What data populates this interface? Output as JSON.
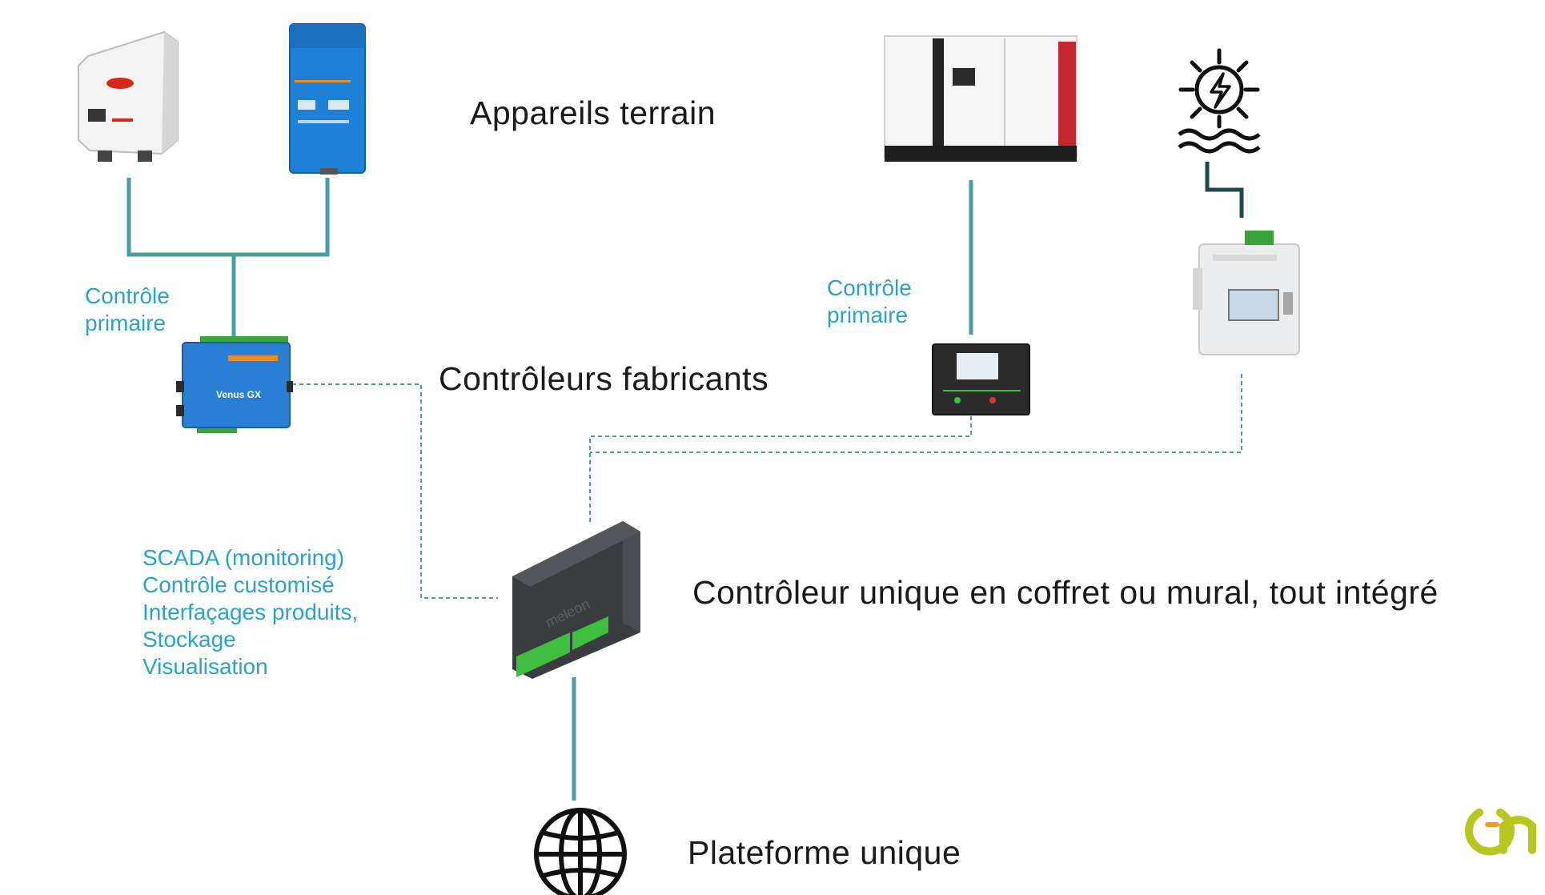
{
  "labels": {
    "field_devices": "Appareils terrain",
    "manufacturer_controllers": "Contrôleurs fabricants",
    "single_controller": "Contrôleur unique en coffret ou mural, tout intégré",
    "single_platform": "Plateforme unique",
    "primary_control_left": [
      "Contrôle",
      "primaire"
    ],
    "primary_control_right": [
      "Contrôle",
      "primaire"
    ],
    "scada_features": [
      "SCADA (monitoring)",
      "Contrôle customisé",
      "Interfaçages produits,",
      "Stockage",
      "Visualisation"
    ]
  },
  "device_text": {
    "venus_gx": "Venus GX",
    "meleon": "meleon"
  },
  "colors": {
    "connector": "#4a9e9e",
    "label_blue": "#2aa3c8",
    "text_dark": "#1a1a1a",
    "victron_blue": "#2a7fd4",
    "logo_green": "#b6c81e"
  },
  "icons": [
    "inverter-icon",
    "multiplus-icon",
    "generator-icon",
    "hydro-icon",
    "energy-meter-icon",
    "venus-gx-icon",
    "genset-controller-icon",
    "meleon-controller-icon",
    "globe-icon",
    "brand-logo"
  ]
}
